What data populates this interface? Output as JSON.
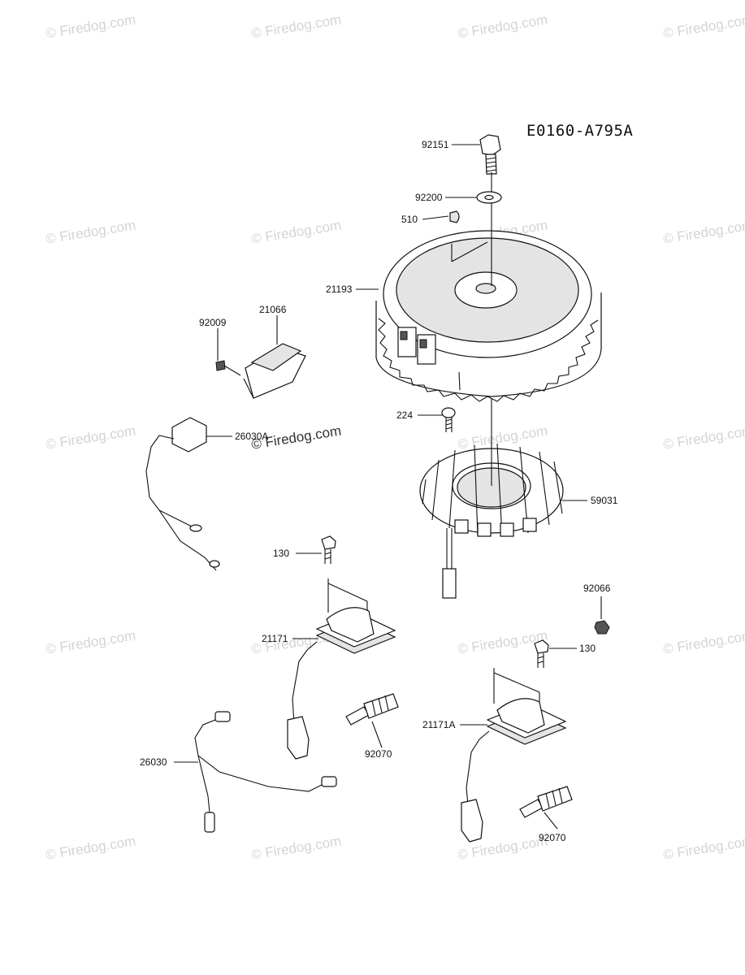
{
  "diagram_code": "E0160-A795A",
  "watermark": "© Firedog.com",
  "callouts": {
    "c92151": "92151",
    "c92200": "92200",
    "c510": "510",
    "c21193": "21193",
    "c21066": "21066",
    "c92009": "92009",
    "c224": "224",
    "c26030A": "26030A",
    "c59031": "59031",
    "c130a": "130",
    "c92066": "92066",
    "c21171": "21171",
    "c130b": "130",
    "c21171A": "21171A",
    "c26030": "26030",
    "c92070a": "92070",
    "c92070b": "92070"
  }
}
